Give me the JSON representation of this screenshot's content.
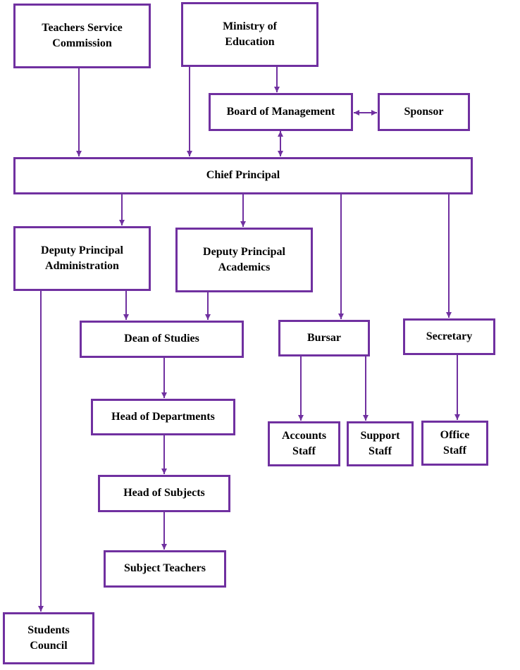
{
  "colors": {
    "border": "#7030a0",
    "connector": "#7030a0",
    "text": "#000000"
  },
  "nodes": {
    "tsc": [
      "Teachers Service",
      "Commission"
    ],
    "moe": [
      "Ministry of",
      "Education"
    ],
    "bom": [
      "Board of Management"
    ],
    "sponsor": [
      "Sponsor"
    ],
    "chief": [
      "Chief Principal"
    ],
    "dp_admin": [
      "Deputy Principal",
      "Administration"
    ],
    "dp_acad": [
      "Deputy Principal",
      "Academics"
    ],
    "dean": [
      "Dean of Studies"
    ],
    "bursar": [
      "Bursar"
    ],
    "secretary": [
      "Secretary"
    ],
    "hod": [
      "Head of Departments"
    ],
    "accounts": [
      "Accounts",
      "Staff"
    ],
    "support": [
      "Support",
      "Staff"
    ],
    "office": [
      "Office",
      "Staff"
    ],
    "hos": [
      "Head of Subjects"
    ],
    "teachers": [
      "Subject Teachers"
    ],
    "council": [
      "Students",
      "Council"
    ]
  }
}
